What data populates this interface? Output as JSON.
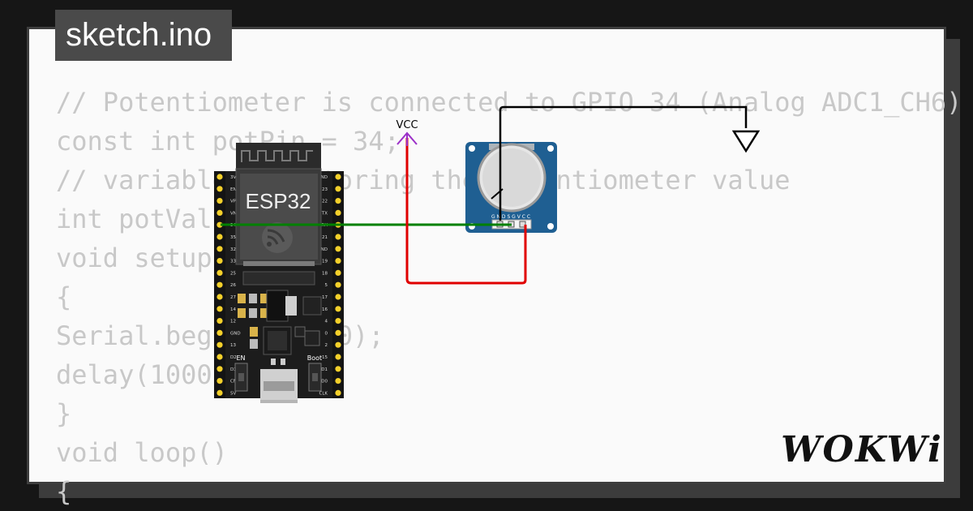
{
  "tab_title": "sketch.ino",
  "code_lines": [
    "// Potentiometer is connected to GPIO 34 (Analog ADC1_CH6)",
    "const int potPin = 34;",
    "// variable for storing the potentiometer value",
    "int potValue = 0;",
    "void setup()",
    "{",
    "Serial.begin(115200);",
    "delay(1000);",
    "}",
    "void loop()",
    "{"
  ],
  "board": {
    "label": "ESP32",
    "en_label": "EN",
    "boot_label": "Boot",
    "left_pins": [
      "3V3",
      "EN",
      "VP",
      "VN",
      "34",
      "35",
      "32",
      "33",
      "25",
      "26",
      "27",
      "14",
      "12",
      "GND",
      "13",
      "D2",
      "D3",
      "CMD",
      "5V"
    ],
    "right_pins": [
      "GND",
      "23",
      "22",
      "TX",
      "RX",
      "21",
      "GND",
      "19",
      "18",
      "5",
      "17",
      "16",
      "4",
      "0",
      "2",
      "15",
      "D1",
      "D0",
      "CLK"
    ]
  },
  "potentiometer": {
    "pin_labels": "G N D S G V C C"
  },
  "vcc_label": "VCC",
  "brand": "WOKWi",
  "colors": {
    "background": "#161616",
    "card": "#fafafa",
    "code_text": "#c8c8c8",
    "wire_signal": "#008000",
    "wire_vcc": "#e00000",
    "wire_gnd": "#000000",
    "vcc_symbol": "#9b30c8",
    "pot_board": "#1f5f92",
    "esp_board": "#1c1c1c",
    "pin_yellow": "#f3d02a"
  }
}
